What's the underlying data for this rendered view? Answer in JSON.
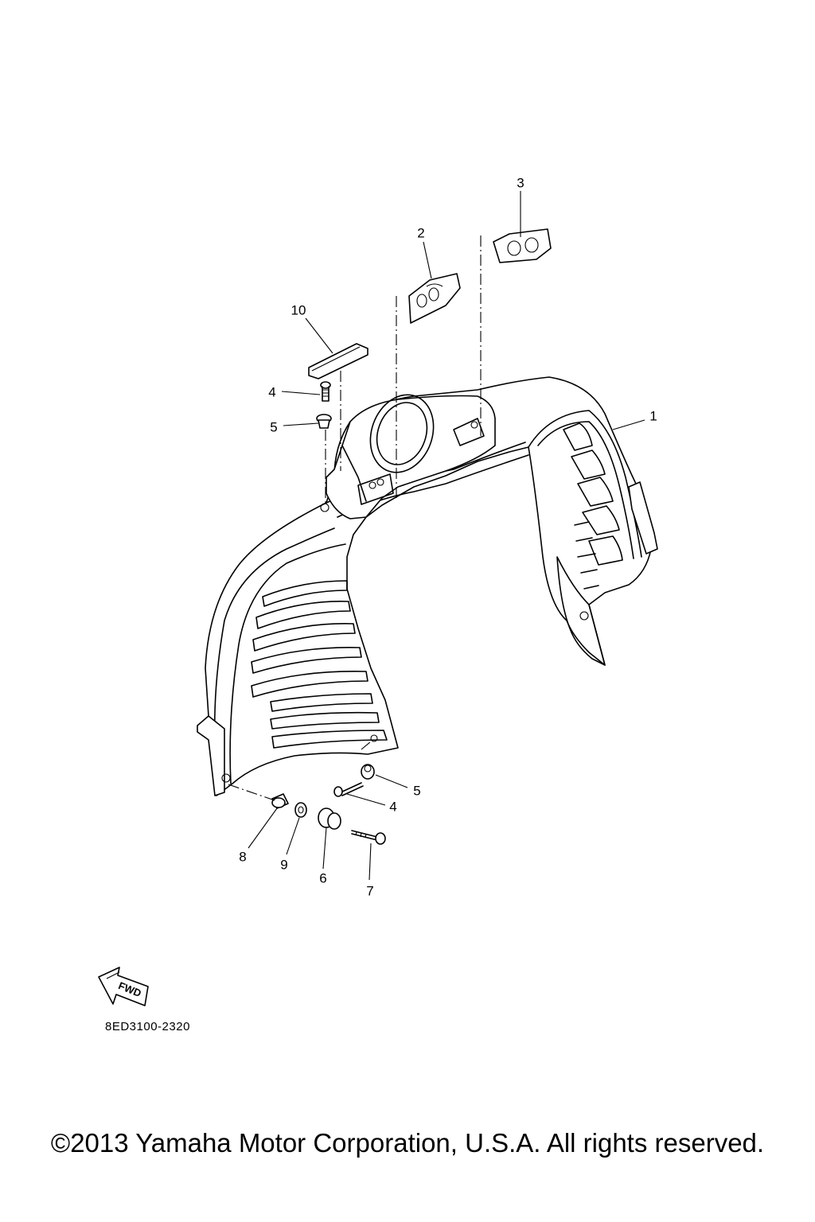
{
  "callouts": [
    {
      "id": "c1",
      "label": "1"
    },
    {
      "id": "c2",
      "label": "2"
    },
    {
      "id": "c3",
      "label": "3"
    },
    {
      "id": "c10",
      "label": "10"
    },
    {
      "id": "c4a",
      "label": "4"
    },
    {
      "id": "c5a",
      "label": "5"
    },
    {
      "id": "c5b",
      "label": "5"
    },
    {
      "id": "c4b",
      "label": "4"
    },
    {
      "id": "c8",
      "label": "8"
    },
    {
      "id": "c9",
      "label": "9"
    },
    {
      "id": "c6",
      "label": "6"
    },
    {
      "id": "c7",
      "label": "7"
    }
  ],
  "fwd_label": "FWD",
  "reference_code": "8ED3100-2320",
  "copyright": "©2013 Yamaha Motor Corporation, U.S.A. All rights reserved."
}
